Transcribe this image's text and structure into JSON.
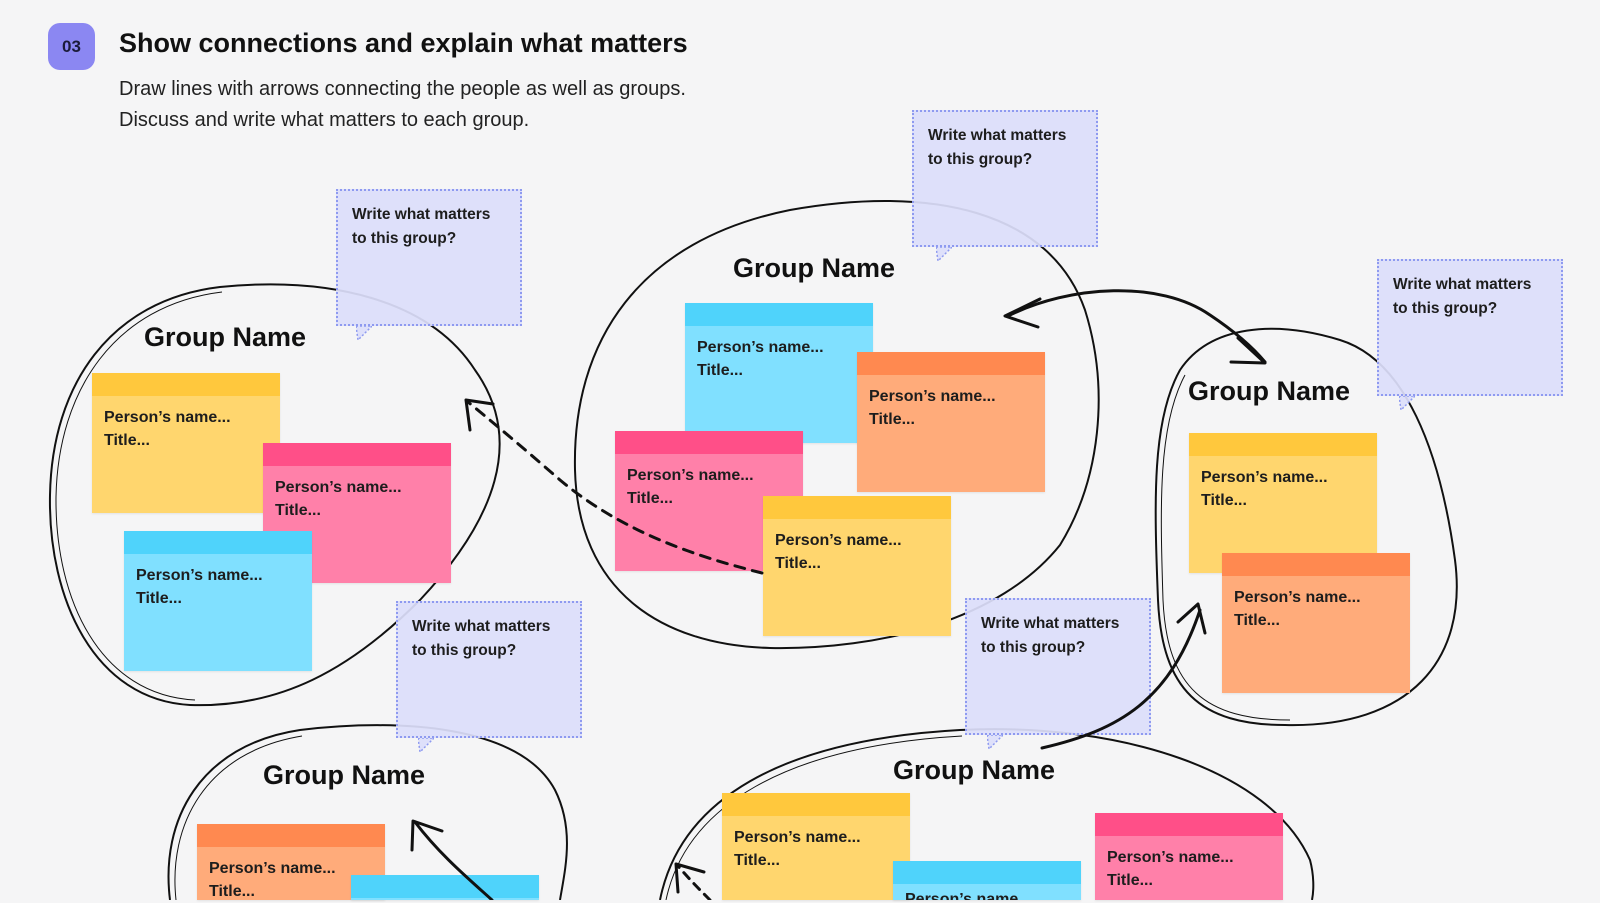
{
  "step": {
    "number": "03"
  },
  "header": {
    "title": "Show connections and explain what matters",
    "description": "Draw lines with arrows connecting the people as well as groups. Discuss and write what matters to each group."
  },
  "placeholders": {
    "group_name": "Group Name",
    "person_name": "Person’s name...",
    "person_title": "Title...",
    "note_prompt": "Write what matters to this group?"
  },
  "groups": [
    {
      "label": "Group Name",
      "stickies": [
        {
          "color": "yellow",
          "name": "Person’s name...",
          "title": "Title..."
        },
        {
          "color": "pink",
          "name": "Person’s name...",
          "title": "Title..."
        },
        {
          "color": "cyan",
          "name": "Person’s name...",
          "title": "Title..."
        }
      ],
      "note": {
        "line1": "Write what matters",
        "line2": "to this group?"
      }
    },
    {
      "label": "Group Name",
      "stickies": [
        {
          "color": "cyan",
          "name": "Person’s name...",
          "title": "Title..."
        },
        {
          "color": "orange",
          "name": "Person’s name...",
          "title": "Title..."
        },
        {
          "color": "pink",
          "name": "Person’s name...",
          "title": "Title..."
        },
        {
          "color": "yellow",
          "name": "Person’s name...",
          "title": "Title..."
        }
      ],
      "note": {
        "line1": "Write what matters",
        "line2": "to this group?"
      }
    },
    {
      "label": "Group Name",
      "stickies": [
        {
          "color": "yellow",
          "name": "Person’s name...",
          "title": "Title..."
        },
        {
          "color": "orange",
          "name": "Person’s name...",
          "title": "Title..."
        }
      ],
      "note": {
        "line1": "Write what matters",
        "line2": "to this group?"
      }
    },
    {
      "label": "Group Name",
      "stickies": [
        {
          "color": "orange",
          "name": "Person’s name...",
          "title": "Title..."
        },
        {
          "color": "cyan",
          "name": "",
          "title": ""
        }
      ],
      "note": {
        "line1": "Write what matters",
        "line2": "to this group?"
      }
    },
    {
      "label": "Group Name",
      "stickies": [
        {
          "color": "yellow",
          "name": "Person’s name...",
          "title": "Title..."
        },
        {
          "color": "cyan",
          "name": "Person’s name...",
          "title": ""
        },
        {
          "color": "pink",
          "name": "Person’s name...",
          "title": "Title..."
        }
      ],
      "note": {
        "line1": "Write what matters",
        "line2": "to this group?"
      }
    }
  ],
  "colors": {
    "badge": "#8b87f2",
    "note_fill": "#dcdefa",
    "note_border": "#8e9af0",
    "yellow": "#ffd66e",
    "pink": "#ff80a9",
    "cyan": "#80e0ff",
    "orange": "#ffab7a"
  }
}
